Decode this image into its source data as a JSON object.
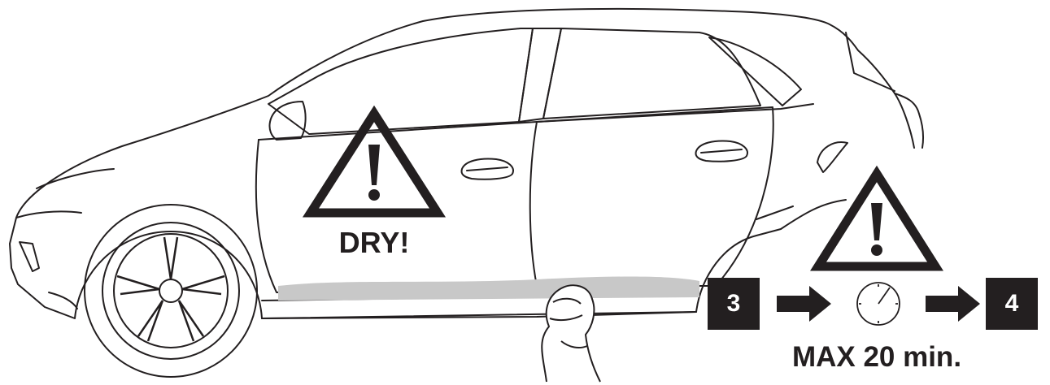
{
  "instruction": {
    "warning_dry_text": "DRY!",
    "steps": {
      "start": "3",
      "end": "4"
    },
    "time_limit_text": "MAX 20 min."
  },
  "icons": {
    "warning": "warning-triangle-icon",
    "timer": "stopwatch-icon",
    "arrow": "arrow-right-icon",
    "cloth": "cleaning-cloth-icon"
  },
  "colors": {
    "line": "#231f20",
    "highlight": "#c8c8c8",
    "box": "#231f20",
    "box_text": "#ffffff"
  }
}
